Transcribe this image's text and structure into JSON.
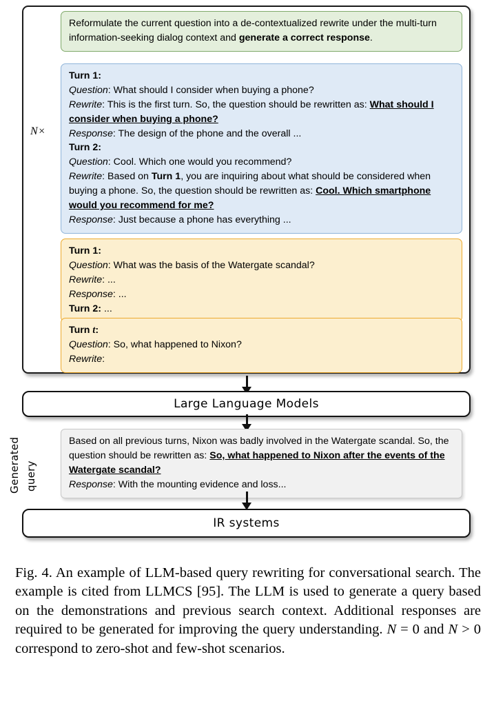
{
  "figure": {
    "repeat_label": "N×",
    "instruction_box": {
      "text_part_1": "Reformulate the current question into a de-contextualized rewrite under the multi-turn information-seeking dialog context and ",
      "text_bold": "generate a correct response",
      "text_part_2": "."
    },
    "demonstration_box": {
      "turns": [
        {
          "turn_label": "Turn 1:",
          "question_label": "Question",
          "question_text": ": What should I consider when buying a phone?",
          "rewrite_label": "Rewrite",
          "rewrite_prefix": ": This is the first turn. So, the question should be rewritten as: ",
          "rewrite_highlight": "What should I consider when buying a phone?",
          "response_label": "Response",
          "response_text": ": The design of the phone and the overall ..."
        },
        {
          "turn_label": "Turn 2:",
          "question_label": "Question",
          "question_text": ": Cool. Which one would you recommend?",
          "rewrite_label": "Rewrite",
          "rewrite_prefix_a": ": Based on ",
          "rewrite_ref": "Turn 1",
          "rewrite_prefix_b": ", you are inquiring about what should be considered when buying a phone. So, the question should be rewritten as: ",
          "rewrite_highlight": "Cool. Which smartphone would you recommend for me?",
          "response_label": "Response",
          "response_text": ": Just because a phone has everything ..."
        }
      ]
    },
    "context_box_1": {
      "turn_label": "Turn 1:",
      "question_label": "Question",
      "question_text": ": What was the basis of the Watergate scandal?",
      "rewrite_label": "Rewrite",
      "rewrite_text": ": ...",
      "response_label": "Response",
      "response_text": ": ...",
      "next_turn_label": "Turn 2:",
      "next_turn_text": " ..."
    },
    "context_box_2": {
      "turn_label_prefix": "Turn ",
      "turn_label_var": "t",
      "turn_label_suffix": ":",
      "question_label": "Question",
      "question_text": ": So, what happened to Nixon?",
      "rewrite_label": "Rewrite",
      "rewrite_text": ":"
    },
    "llm_box_label": "Large Language Models",
    "generated_query": {
      "side_label_line_1": "Generated",
      "side_label_line_2": "query",
      "text_prefix": "Based on all previous turns, Nixon was badly involved in the Watergate scandal. So, the question should be rewritten as: ",
      "text_highlight": "So, what happened to Nixon after the events of the Watergate scandal?",
      "response_label": "Response",
      "response_text": ": With the mounting evidence and loss..."
    },
    "ir_box_label": "IR systems"
  },
  "caption": {
    "part_1": "Fig. 4. An example of LLM-based query rewriting for conversational search. The example is cited from LLMCS [95]. The LLM is used to generate a query based on the demonstrations and previous search context. Additional responses are required to be generated for improving the query understanding. ",
    "math_1": "N",
    "part_2": " = 0 and ",
    "math_2": "N",
    "part_3": " > 0 correspond to zero-shot and few-shot scenarios."
  },
  "colors": {
    "green_fill": "#e4efdc",
    "green_border": "#7fa96a",
    "blue_fill": "#dfeaf6",
    "blue_border": "#8fb4d9",
    "yellow_fill": "#fcefcf",
    "yellow_border": "#edaa2e",
    "gray_fill": "#f1f1f1",
    "frame_border": "#1a1a1a"
  }
}
